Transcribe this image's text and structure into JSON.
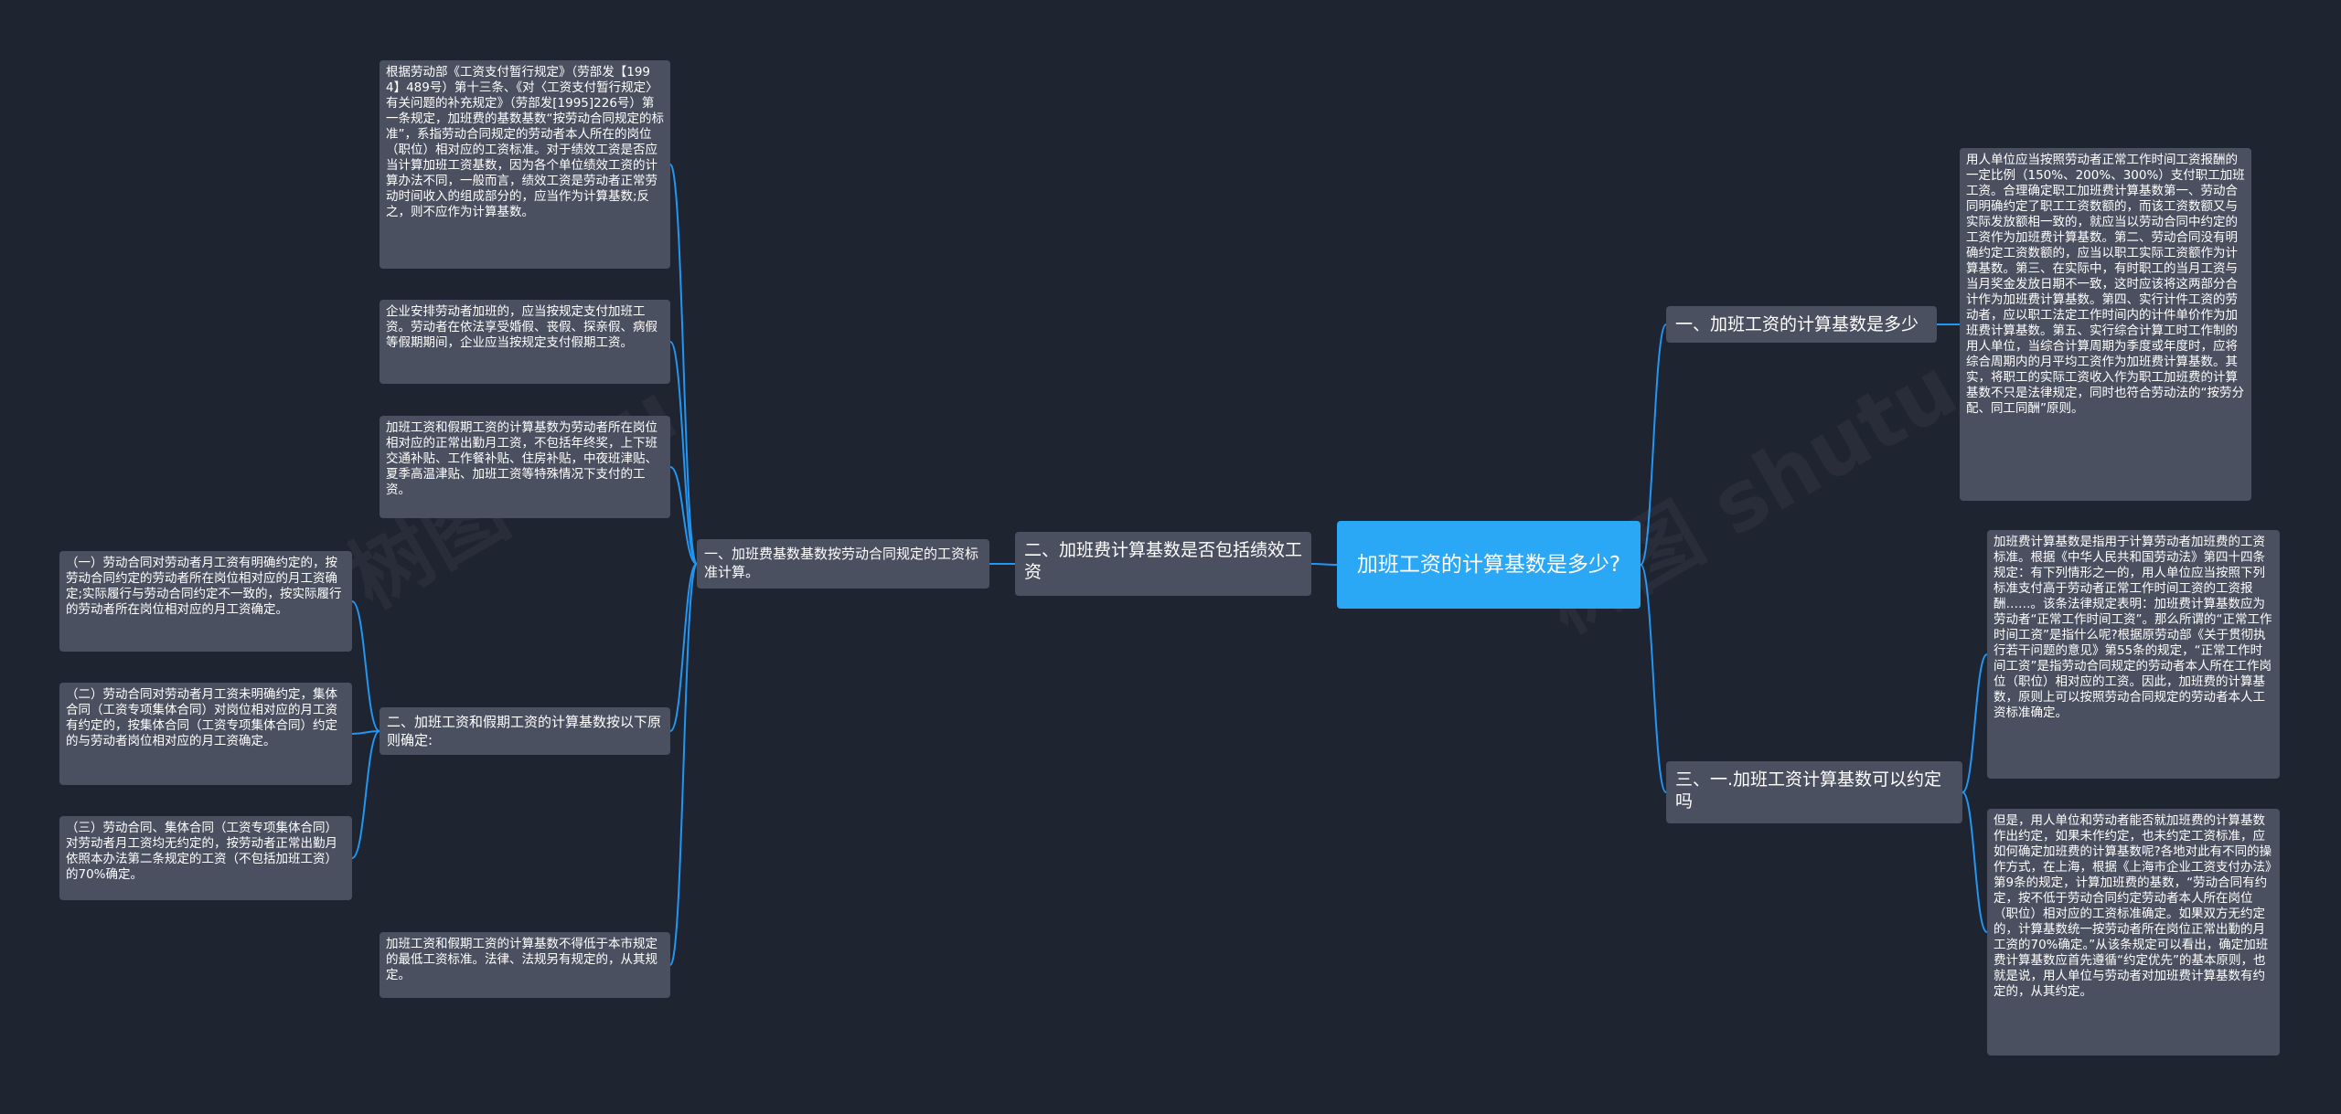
{
  "root": {
    "title": "加班工资的计算基数是多少?"
  },
  "right": {
    "branch1": {
      "label": "一、加班工资的计算基数是多少",
      "text": "用人单位应当按照劳动者正常工作时间工资报酬的一定比例（150%、200%、300%）支付职工加班工资。合理确定职工加班费计算基数第一、劳动合同明确约定了职工工资数额的，而该工资数额又与实际发放额相一致的，就应当以劳动合同中约定的工资作为加班费计算基数。第二、劳动合同没有明确约定工资数额的，应当以职工实际工资额作为计算基数。第三、在实际中，有时职工的当月工资与当月奖金发放日期不一致，这时应该将这两部分合计作为加班费计算基数。第四、实行计件工资的劳动者，应以职工法定工作时间内的计件单价作为加班费计算基数。第五、实行综合计算工时工作制的用人单位，当综合计算周期为季度或年度时，应将综合周期内的月平均工资作为加班费计算基数。其实，将职工的实际工资收入作为职工加班费的计算基数不只是法律规定，同时也符合劳动法的“按劳分配、同工同酬”原则。"
    },
    "branch3": {
      "label": "三、一.加班工资计算基数可以约定吗",
      "text1": "加班费计算基数是指用于计算劳动者加班费的工资标准。根据《中华人民共和国劳动法》第四十四条规定：有下列情形之一的，用人单位应当按照下列标准支付高于劳动者正常工作时间工资的工资报酬……。该条法律规定表明：加班费计算基数应为劳动者“正常工作时间工资”。那么所谓的“正常工作时间工资”是指什么呢?根据原劳动部《关于贯彻执行若干问题的意见》第55条的规定，“正常工作时间工资”是指劳动合同规定的劳动者本人所在工作岗位（职位）相对应的工资。因此，加班费的计算基数，原则上可以按照劳动合同规定的劳动者本人工资标准确定。",
      "text2": "但是，用人单位和劳动者能否就加班费的计算基数作出约定，如果未作约定，也未约定工资标准，应如何确定加班费的计算基数呢?各地对此有不同的操作方式，在上海，根据《上海市企业工资支付办法》第9条的规定，计算加班费的基数，“劳动合同有约定，按不低于劳动合同约定劳动者本人所在岗位（职位）相对应的工资标准确定。如果双方无约定的，计算基数统一按劳动者所在岗位正常出勤的月工资的70%确定。”从该条规定可以看出，确定加班费计算基数应首先遵循“约定优先”的基本原则，也就是说，用人单位与劳动者对加班费计算基数有约定的，从其约定。"
    }
  },
  "left": {
    "branch2": {
      "label": "二、加班费计算基数是否包括绩效工资"
    },
    "sub1": {
      "label": "一、加班费基数基数按劳动合同规定的工资标准计算。",
      "text1": "根据劳动部《工资支付暂行规定》（劳部发【1994】489号）第十三条、《对〈工资支付暂行规定〉有关问题的补充规定》（劳部发[1995]226号）第一条规定，加班费的基数基数“按劳动合同规定的标准”，系指劳动合同规定的劳动者本人所在的岗位（职位）相对应的工资标准。对于绩效工资是否应当计算加班工资基数，因为各个单位绩效工资的计算办法不同，一般而言，绩效工资是劳动者正常劳动时间收入的组成部分的，应当作为计算基数;反之，则不应作为计算基数。",
      "text2": "企业安排劳动者加班的，应当按规定支付加班工资。劳动者在依法享受婚假、丧假、探亲假、病假等假期期间，企业应当按规定支付假期工资。",
      "text3": "加班工资和假期工资的计算基数为劳动者所在岗位相对应的正常出勤月工资，不包括年终奖，上下班交通补贴、工作餐补贴、住房补贴，中夜班津贴、夏季高温津贴、加班工资等特殊情况下支付的工资。"
    },
    "sub2": {
      "label": "二、加班工资和假期工资的计算基数按以下原则确定:",
      "items": [
        "（一）劳动合同对劳动者月工资有明确约定的，按劳动合同约定的劳动者所在岗位相对应的月工资确定;实际履行与劳动合同约定不一致的，按实际履行的劳动者所在岗位相对应的月工资确定。",
        "（二）劳动合同对劳动者月工资未明确约定，集体合同（工资专项集体合同）对岗位相对应的月工资有约定的，按集体合同（工资专项集体合同）约定的与劳动者岗位相对应的月工资确定。",
        "（三）劳动合同、集体合同（工资专项集体合同）对劳动者月工资均无约定的，按劳动者正常出勤月依照本办法第二条规定的工资（不包括加班工资）的70%确定。"
      ]
    },
    "text4": "加班工资和假期工资的计算基数不得低于本市规定的最低工资标准。法律、法规另有规定的，从其规定。"
  },
  "colors": {
    "line": "#2196f3",
    "root": "#2aa7f5",
    "node": "#4a5060",
    "background": "#1f2431"
  }
}
